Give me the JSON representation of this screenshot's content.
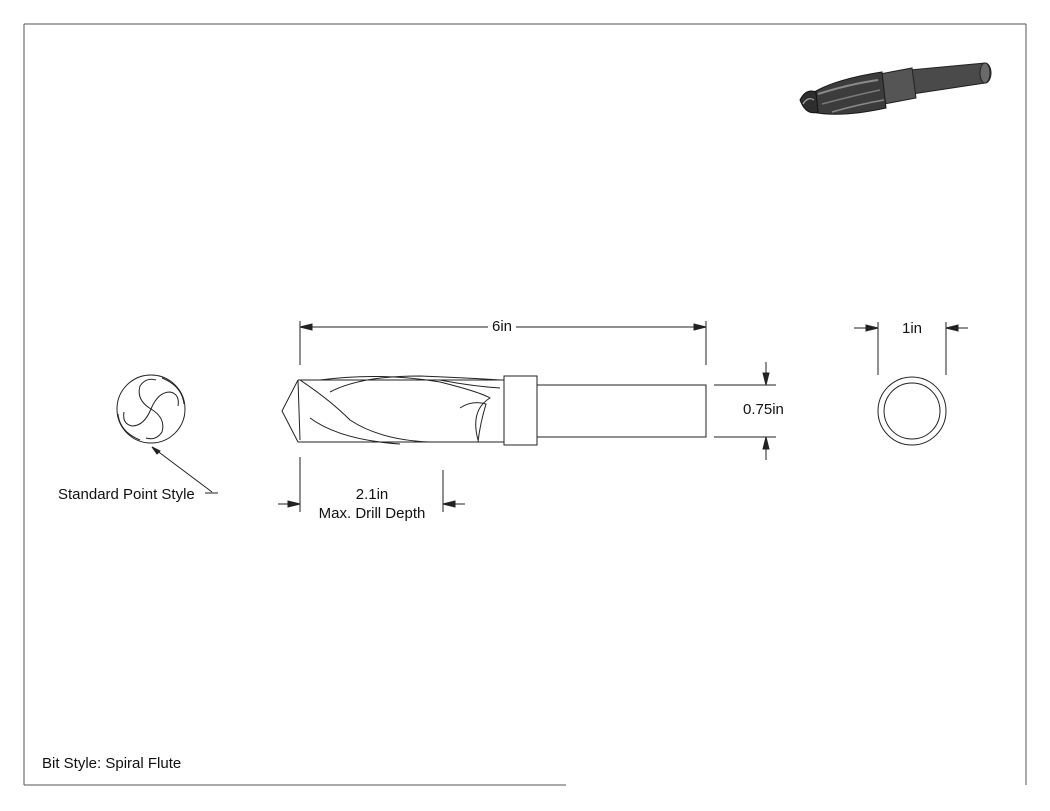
{
  "drawing": {
    "overall_length": "6in",
    "shank_diameter": "0.75in",
    "cutting_diameter": "1in",
    "drill_depth_value": "2.1in",
    "drill_depth_label": "Max. Drill Depth",
    "point_style_label": "Standard Point Style",
    "bit_style_label": "Bit Style: Spiral Flute"
  },
  "colors": {
    "line": "#222222",
    "border": "#555555",
    "render_dark": "#3a3a3a",
    "render_mid": "#5a5a5a"
  }
}
